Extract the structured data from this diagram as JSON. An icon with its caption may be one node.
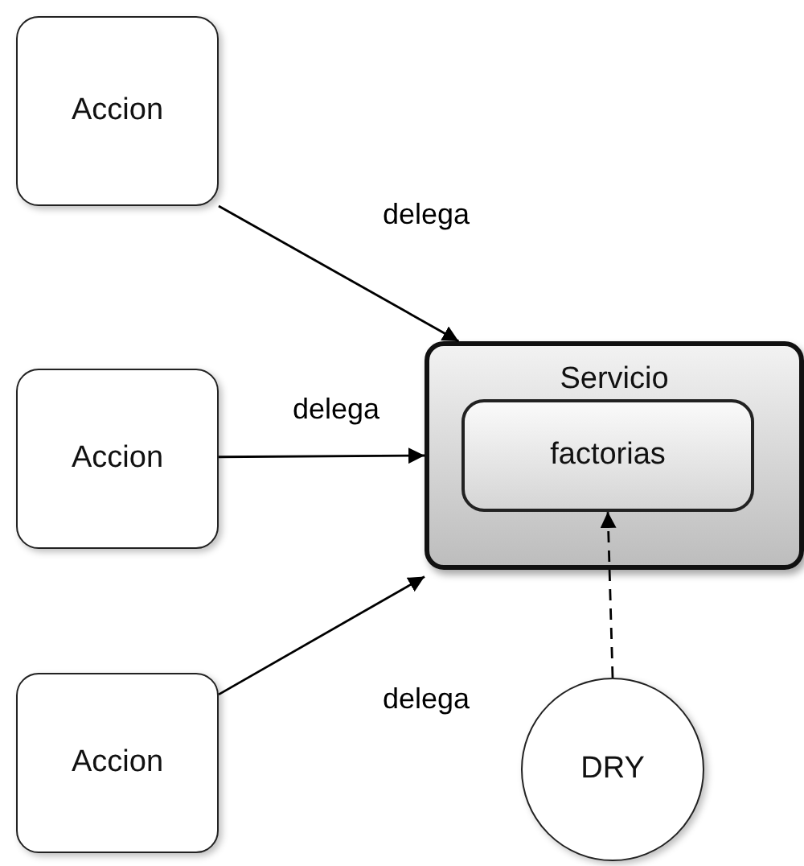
{
  "diagram": {
    "nodes": [
      {
        "text": [
          "Accion"
        ]
      },
      {
        "text": [
          "Servicio"
        ]
      },
      {
        "text": [
          "factorias"
        ],
        "in": 1
      },
      {
        "text": [
          "Accion"
        ]
      },
      {
        "text": [
          "Accion"
        ]
      },
      {
        "text": [
          "DRY"
        ]
      }
    ],
    "edges": [
      {
        "from": 0,
        "to": 1,
        "arrow": "to",
        "label": "delega"
      },
      {
        "from": 3,
        "to": 1,
        "arrow": "to",
        "label": "delega"
      },
      {
        "from": 4,
        "to": 1,
        "arrow": "to",
        "label": "delega"
      },
      {
        "from": 5,
        "to": 2,
        "arrow": "to",
        "style": "dashed"
      }
    ]
  }
}
